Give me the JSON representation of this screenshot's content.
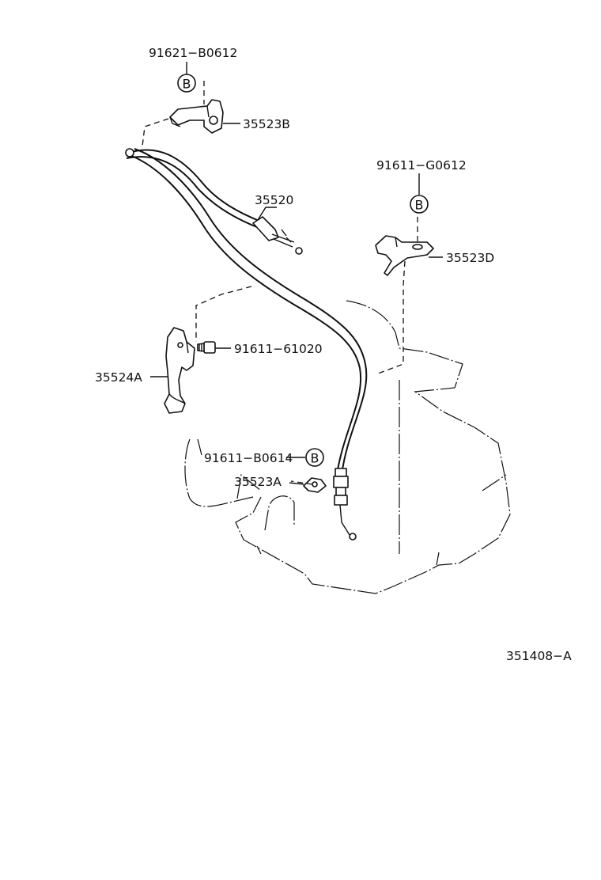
{
  "labels": {
    "bolt_91621_b0612": "91621−B0612",
    "bracket_35523b": "35523B",
    "cable_35520": "35520",
    "bolt_91611_g0612": "91611−G0612",
    "bracket_35523d": "35523D",
    "bolt_91611_61020": "91611−61020",
    "lever_35524a": "35524A",
    "bolt_91611_b0614": "91611−B0614",
    "bracket_35523a": "35523A",
    "diagram_code": "351408−A"
  },
  "ref_letter": "B",
  "colors": {
    "ink": "#111111",
    "paper": "#ffffff"
  }
}
